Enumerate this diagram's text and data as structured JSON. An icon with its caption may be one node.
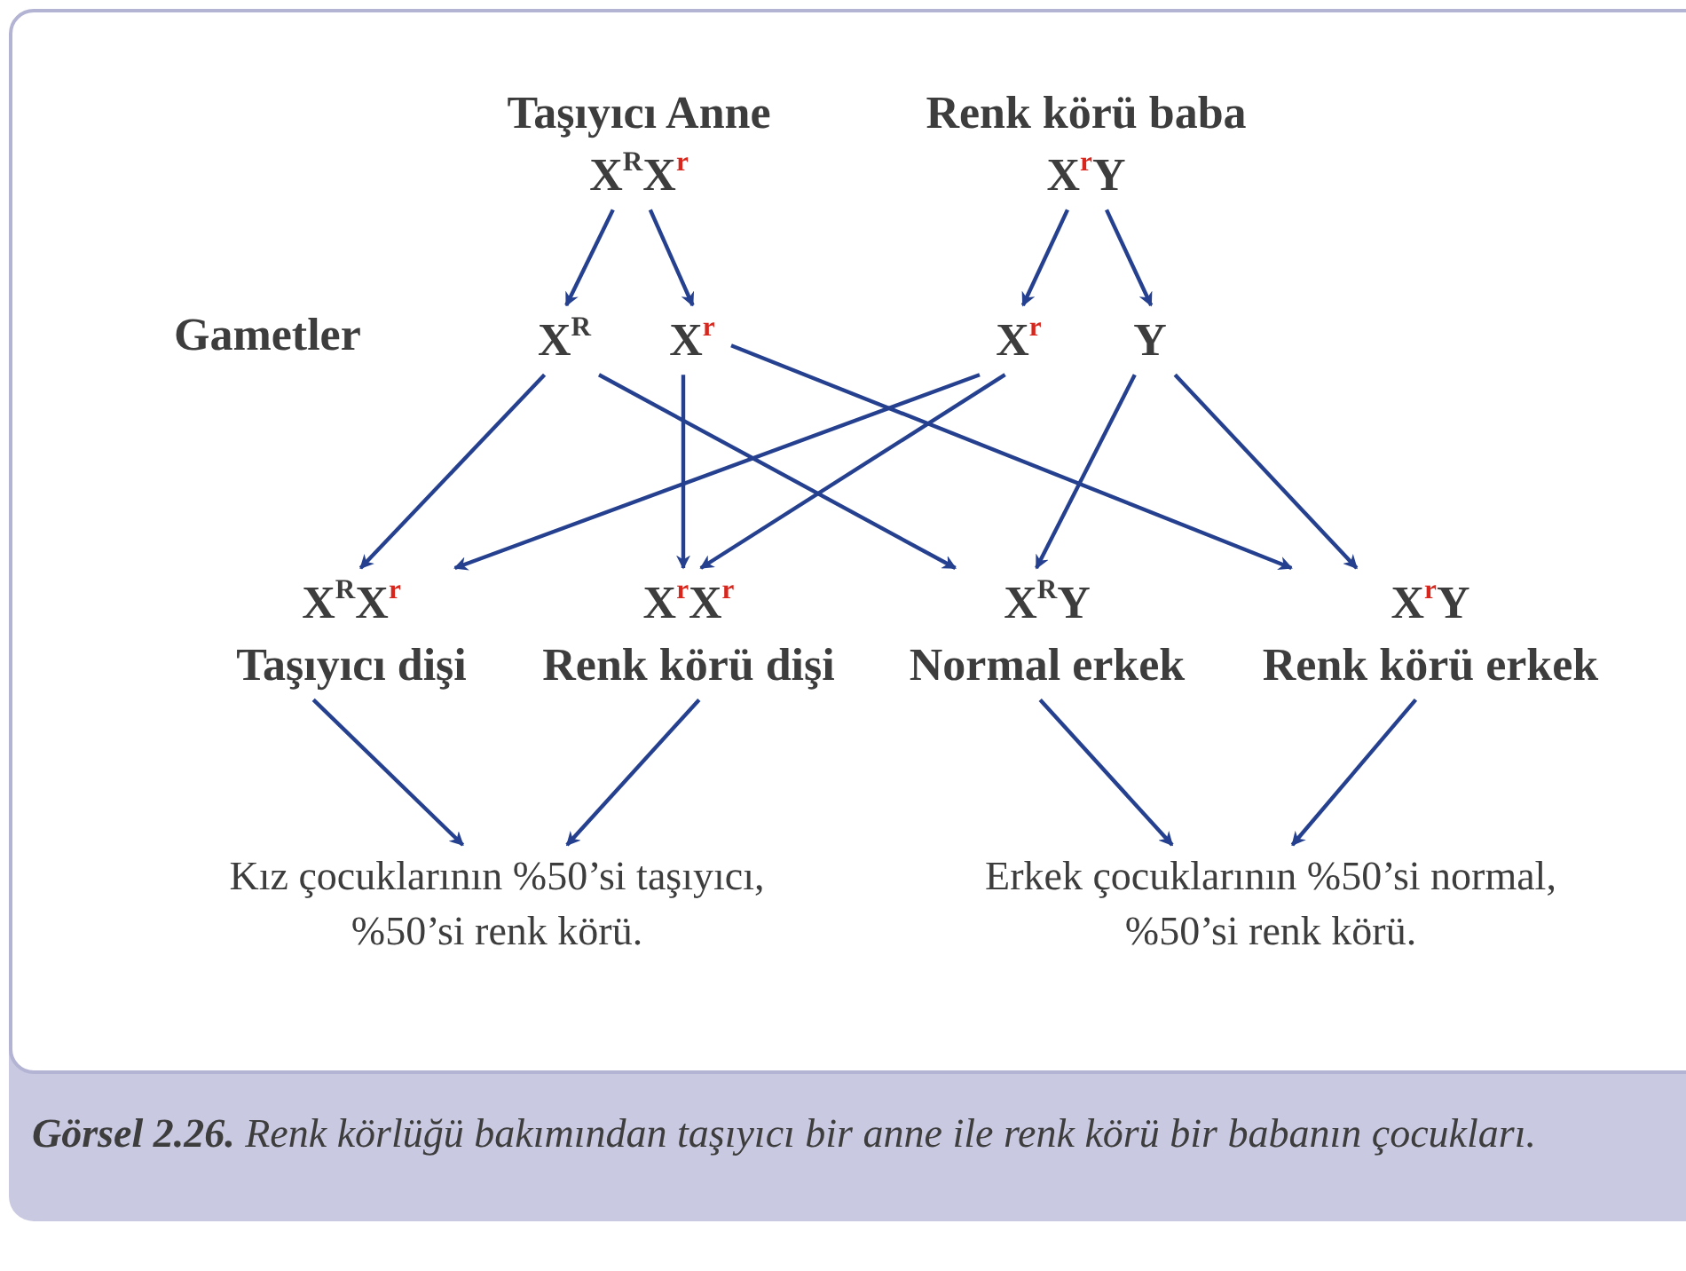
{
  "diagram": {
    "caption": "**Görsel 2.26.** Renk körlüğü bakımından taşıyıcı bir anne ile renk körü bir babanın çocukları.",
    "nodes": [
      {
        "text": [
          "Taşıyıcı Anne",
          "X$^{R}$X$^{r}$"
        ]
      },
      {
        "text": [
          "Renk körü baba",
          "X$^{r}$Y"
        ]
      },
      {
        "text": [
          "X$^{R}$"
        ]
      },
      {
        "text": [
          "X$^{r}$"
        ]
      },
      {
        "text": [
          "X$^{r}$"
        ]
      },
      {
        "text": [
          "Y"
        ]
      },
      {
        "text": [
          "X$^{R}$X$^{r}$",
          "Taşıyıcı dişi"
        ]
      },
      {
        "text": [
          "X$^{r}$X$^{r}$",
          "Renk körü dişi"
        ]
      },
      {
        "text": [
          "X$^{R}$Y",
          "Normal erkek"
        ]
      },
      {
        "text": [
          "X$^{r}$Y",
          "Renk körü erkek"
        ]
      },
      {
        "text": [
          "Kız çocuklarının %50’si taşıyıcı, %50’si renk körü."
        ]
      },
      {
        "text": [
          "Erkek çocuklarının %50’si normal, %50’si renk körü."
        ]
      }
    ],
    "edges": [
      {
        "from": 0,
        "to": 2,
        "arrow": "to"
      },
      {
        "from": 0,
        "to": 3,
        "arrow": "to"
      },
      {
        "from": 1,
        "to": 4,
        "arrow": "to"
      },
      {
        "from": 1,
        "to": 5,
        "arrow": "to"
      },
      {
        "from": 2,
        "to": 6,
        "arrow": "to"
      },
      {
        "from": 2,
        "to": 8,
        "arrow": "to"
      },
      {
        "from": 3,
        "to": 7,
        "arrow": "to"
      },
      {
        "from": 3,
        "to": 9,
        "arrow": "to"
      },
      {
        "from": 4,
        "to": 6,
        "arrow": "to"
      },
      {
        "from": 4,
        "to": 7,
        "arrow": "to"
      },
      {
        "from": 5,
        "to": 8,
        "arrow": "to"
      },
      {
        "from": 5,
        "to": 9,
        "arrow": "to"
      },
      {
        "from": 6,
        "to": 10,
        "arrow": "to"
      },
      {
        "from": 7,
        "to": 10,
        "arrow": "to"
      },
      {
        "from": 8,
        "to": 11,
        "arrow": "to"
      },
      {
        "from": 9,
        "to": 11,
        "arrow": "to"
      }
    ],
    "labels": [
      "Gametler"
    ]
  }
}
